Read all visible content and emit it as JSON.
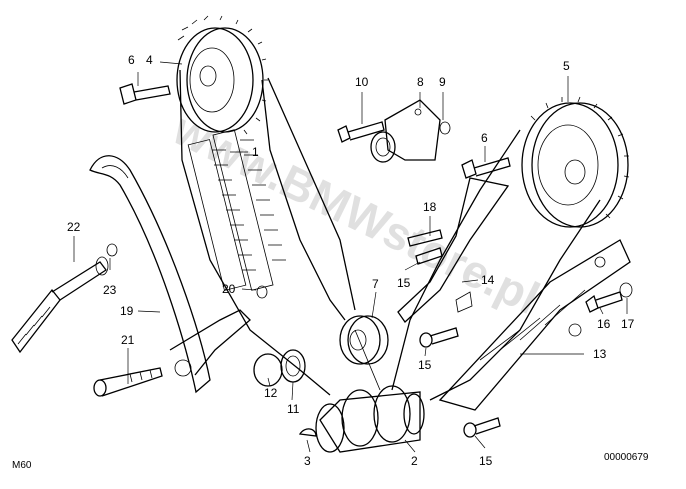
{
  "diagram": {
    "model_code": "M60",
    "image_number": "00000679",
    "watermark": "www.BMWstore.pl",
    "callouts": [
      "6",
      "4",
      "1",
      "10",
      "8",
      "9",
      "5",
      "6",
      "18",
      "22",
      "23",
      "7",
      "20",
      "15",
      "14",
      "19",
      "21",
      "16",
      "17",
      "15",
      "13",
      "12",
      "11",
      "3",
      "2",
      "15"
    ]
  }
}
